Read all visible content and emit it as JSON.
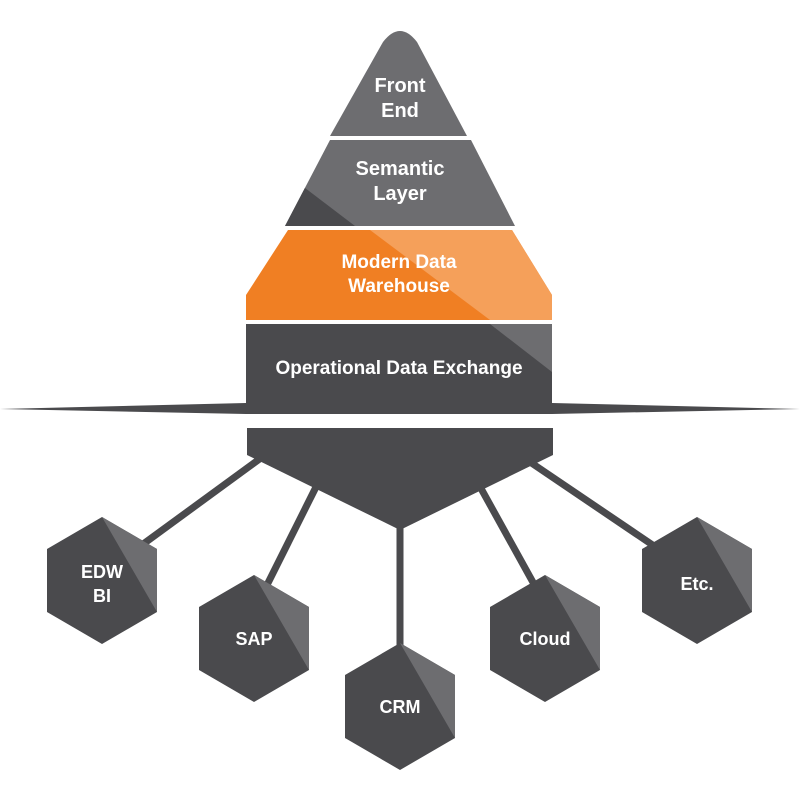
{
  "layers": {
    "front_end": {
      "line1": "Front",
      "line2": "End"
    },
    "semantic": {
      "line1": "Semantic",
      "line2": "Layer"
    },
    "warehouse": {
      "line1": "Modern Data",
      "line2": "Warehouse"
    },
    "exchange": {
      "label": "Operational Data Exchange"
    }
  },
  "sources": [
    {
      "line1": "EDW",
      "line2": "BI"
    },
    {
      "line1": "SAP"
    },
    {
      "line1": "CRM"
    },
    {
      "line1": "Cloud"
    },
    {
      "line1": "Etc."
    }
  ],
  "colors": {
    "dark": "#4a4a4d",
    "mid": "#6d6d70",
    "orange": "#f07f23",
    "orange_light": "#f5a05a",
    "white": "#ffffff"
  }
}
